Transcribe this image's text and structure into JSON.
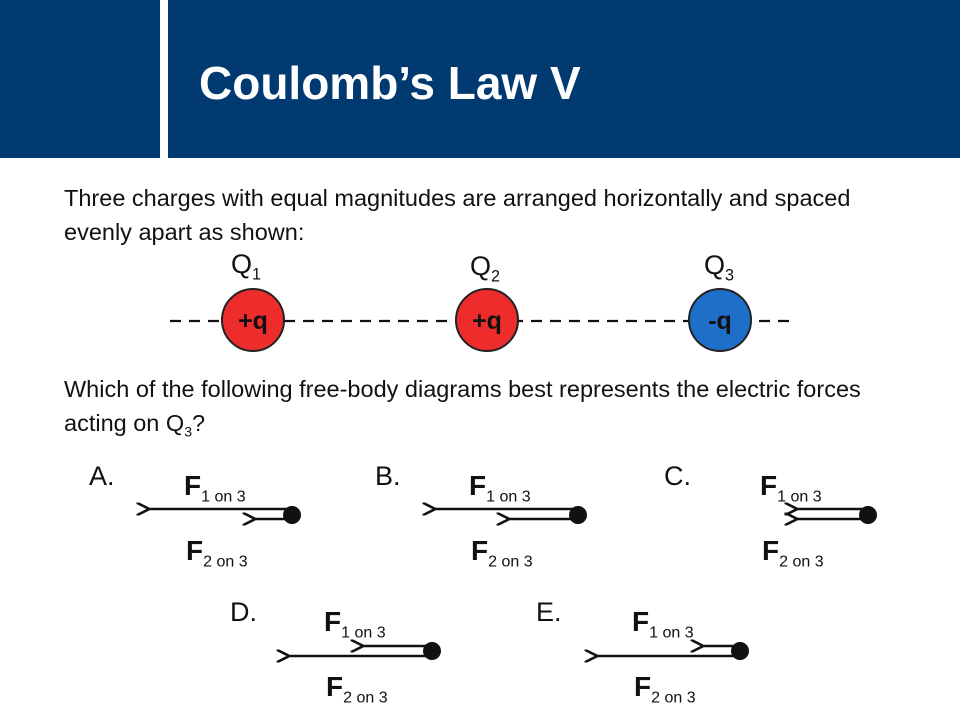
{
  "title": "Coulomb’s Law V",
  "intro": "Three charges with equal magnitudes are arranged horizontally and spaced evenly apart as shown:",
  "charges": [
    {
      "label": "Q",
      "sub": "1",
      "sign": "+q",
      "color": "#ee2c2c"
    },
    {
      "label": "Q",
      "sub": "2",
      "sign": "+q",
      "color": "#ee2c2c"
    },
    {
      "label": "Q",
      "sub": "3",
      "sign": "-q",
      "color": "#1e6fc9"
    }
  ],
  "question": {
    "text": "Which of the following free-body diagrams best represents the electric forces acting on Q",
    "sub": "3",
    "end": "?"
  },
  "force_labels": {
    "f1_main": "F",
    "f1_sub": "1 on 3",
    "f2_main": "F",
    "f2_sub": "2 on 3"
  },
  "options": [
    {
      "letter": "A.",
      "f1": "left-long",
      "f2": "left-short"
    },
    {
      "letter": "B.",
      "f1": "left-long",
      "f2": "left-short"
    },
    {
      "letter": "C.",
      "f1": "left-short",
      "f2": "left-short"
    },
    {
      "letter": "D.",
      "f1": "left-short",
      "f2": "left-long"
    },
    {
      "letter": "E.",
      "f1": "left-short",
      "f2": "left-long"
    }
  ]
}
